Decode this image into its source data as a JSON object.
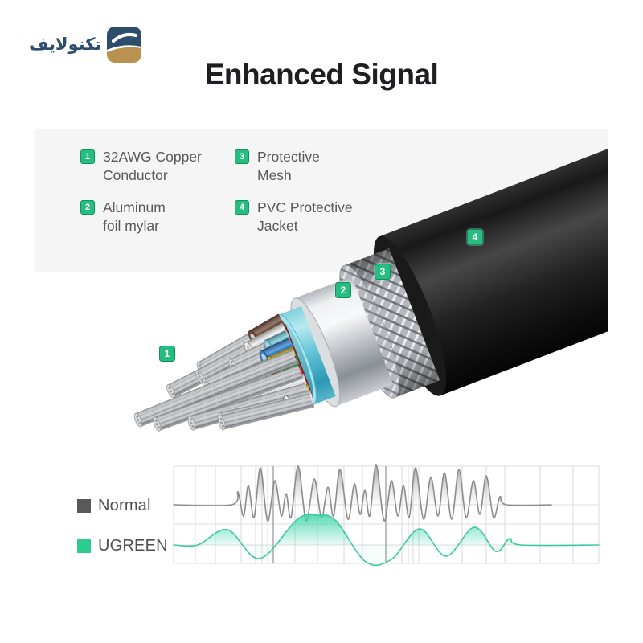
{
  "brand": {
    "logo_text": "تكنولايف",
    "navy": "#2e4d6d",
    "gold": "#b8924f"
  },
  "header": {
    "title": "Enhanced Signal"
  },
  "accent_green": "#26bd81",
  "callouts": {
    "badge_color": "#26bd81",
    "items": [
      {
        "num": "1",
        "lines": [
          "32AWG Copper",
          "Conductor"
        ]
      },
      {
        "num": "2",
        "lines": [
          "Aluminum",
          "foil mylar"
        ]
      },
      {
        "num": "3",
        "lines": [
          "Protective",
          "Mesh"
        ]
      },
      {
        "num": "4",
        "lines": [
          "PVC Protective",
          "Jacket"
        ]
      }
    ]
  },
  "cable": {
    "markers": [
      {
        "num": "1",
        "x": 208,
        "y": 440
      },
      {
        "num": "2",
        "x": 427,
        "y": 361
      },
      {
        "num": "3",
        "x": 476,
        "y": 338
      },
      {
        "num": "4",
        "x": 591,
        "y": 295
      }
    ],
    "layer_colors": {
      "jacket_black": "#111111",
      "mesh_silver": "#b4b8bd",
      "foil_silver": "#c7cbd0",
      "inner_sheath_teal": "#5fc3d6",
      "wrap_maroon": "#992626",
      "strand_silver": "#c9ccd0"
    },
    "wires": [
      {
        "y": -50,
        "ang": -9,
        "tube": 40,
        "str": 75,
        "color": "#6e4836"
      },
      {
        "y": -36,
        "ang": -6,
        "tube": 0,
        "str": 160,
        "color": null
      },
      {
        "y": -38,
        "ang": -7,
        "tube": 50,
        "str": 70,
        "color": "#eeeeec"
      },
      {
        "y": -28,
        "ang": -5,
        "tube": 26,
        "str": 50,
        "color": "#6fc9d8"
      },
      {
        "y": -18,
        "ang": -4,
        "tube": 36,
        "str": 80,
        "color": "#2e7fd0"
      },
      {
        "y": -6,
        "ang": -2,
        "tube": 30,
        "str": 60,
        "color": "#e3c42e"
      },
      {
        "y": 6,
        "ang": 0,
        "tube": 38,
        "str": 70,
        "color": "#2f9e55"
      },
      {
        "y": -4,
        "ang": -1,
        "tube": 0,
        "str": 210,
        "color": null
      },
      {
        "y": 18,
        "ang": 2,
        "tube": 34,
        "str": 75,
        "color": "#c1272d"
      },
      {
        "y": 30,
        "ang": 4,
        "tube": 52,
        "str": 85,
        "color": "#eeeeec"
      },
      {
        "y": 16,
        "ang": 1,
        "tube": 0,
        "str": 190,
        "color": null
      },
      {
        "y": 44,
        "ang": 6,
        "tube": 38,
        "str": 65,
        "color": "#e3c42e"
      },
      {
        "y": 40,
        "ang": 5,
        "tube": 0,
        "str": 150,
        "color": null
      },
      {
        "y": 52,
        "ang": 8,
        "tube": 30,
        "str": 85,
        "color": "#eeeeec"
      },
      {
        "y": 54,
        "ang": 7,
        "tube": 0,
        "str": 115,
        "color": null
      }
    ]
  },
  "chart_data": {
    "type": "line",
    "title": "",
    "xlabel": "",
    "ylabel": "",
    "legend_position": "left",
    "grid": {
      "x_light": [
        216,
        243,
        268,
        300,
        318,
        326,
        333,
        367,
        395,
        428,
        451,
        500,
        508,
        514,
        521,
        575,
        605,
        628,
        672,
        713,
        745
      ],
      "x_dark": [
        340,
        480
      ],
      "y": [
        580,
        628,
        652,
        678,
        701
      ],
      "x_range": [
        216,
        745
      ],
      "y_range": [
        580,
        701
      ],
      "light_color": "#dcdcdc",
      "dark_color": "#a2a2a2"
    },
    "legend": [
      {
        "label": "Normal",
        "color": "#595959"
      },
      {
        "label": "UGREEN",
        "color": "#2ecb8e"
      }
    ],
    "series": [
      {
        "name": "Normal",
        "color": "#8c8c8c",
        "baseline_y": 628,
        "points": [
          [
            216,
            628
          ],
          [
            288,
            628
          ],
          [
            296,
            612
          ],
          [
            303,
            642
          ],
          [
            309,
            604
          ],
          [
            316,
            644
          ],
          [
            324,
            582
          ],
          [
            333,
            648
          ],
          [
            342,
            598
          ],
          [
            350,
            642
          ],
          [
            356,
            614
          ],
          [
            362,
            644
          ],
          [
            371,
            580
          ],
          [
            381,
            648
          ],
          [
            391,
            596
          ],
          [
            400,
            644
          ],
          [
            408,
            606
          ],
          [
            415,
            642
          ],
          [
            423,
            584
          ],
          [
            433,
            646
          ],
          [
            441,
            602
          ],
          [
            448,
            640
          ],
          [
            454,
            610
          ],
          [
            460,
            642
          ],
          [
            468,
            578
          ],
          [
            478,
            648
          ],
          [
            487,
            598
          ],
          [
            495,
            642
          ],
          [
            502,
            604
          ],
          [
            509,
            644
          ],
          [
            517,
            582
          ],
          [
            527,
            646
          ],
          [
            536,
            594
          ],
          [
            545,
            642
          ],
          [
            553,
            588
          ],
          [
            562,
            646
          ],
          [
            571,
            584
          ],
          [
            580,
            644
          ],
          [
            589,
            598
          ],
          [
            597,
            640
          ],
          [
            605,
            592
          ],
          [
            614,
            644
          ],
          [
            622,
            618
          ],
          [
            630,
            628
          ],
          [
            686,
            628
          ]
        ]
      },
      {
        "name": "UGREEN",
        "color": "#3bc9a2",
        "baseline_y": 678,
        "points": [
          [
            216,
            678
          ],
          [
            246,
            678
          ],
          [
            283,
            659
          ],
          [
            323,
            695
          ],
          [
            370,
            646
          ],
          [
            395,
            641
          ],
          [
            418,
            648
          ],
          [
            455,
            699
          ],
          [
            487,
            696
          ],
          [
            522,
            658
          ],
          [
            555,
            692
          ],
          [
            590,
            656
          ],
          [
            617,
            686
          ],
          [
            634,
            670
          ],
          [
            648,
            678
          ],
          [
            745,
            678
          ]
        ]
      }
    ]
  }
}
